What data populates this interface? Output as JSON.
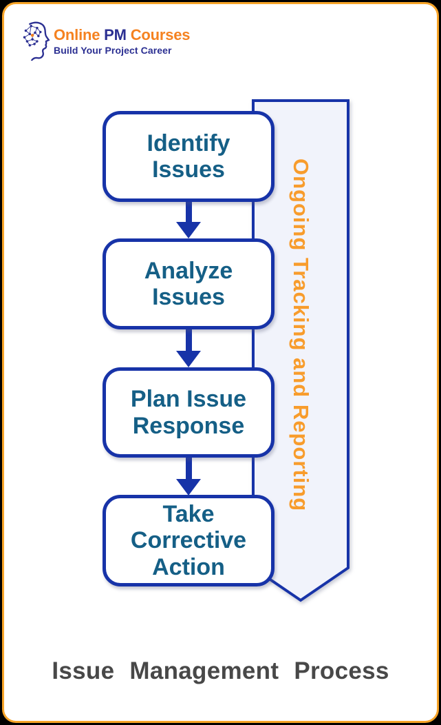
{
  "logo": {
    "icon": "head-network-icon",
    "brand_part1": "Online",
    "brand_part2": "PM",
    "brand_part3": "Courses",
    "tagline": "Build Your Project Career"
  },
  "process": {
    "steps": [
      {
        "label": "Identify Issues"
      },
      {
        "label": "Analyze Issues"
      },
      {
        "label": "Plan Issue Response"
      },
      {
        "label": "Take Corrective Action"
      }
    ],
    "banner_label": "Ongoing Tracking and Reporting"
  },
  "caption": "Issue Management Process",
  "colors": {
    "outer_background": "#000000",
    "frame_border_orange": "#F7A428",
    "logo_orange": "#F58220",
    "logo_navy": "#2B2F92",
    "diagram_blue": "#1733A8",
    "box_text_teal": "#155F86",
    "banner_fill": "#F1F3FB",
    "banner_text_orange": "#F89C2C",
    "caption_gray": "#484848"
  }
}
